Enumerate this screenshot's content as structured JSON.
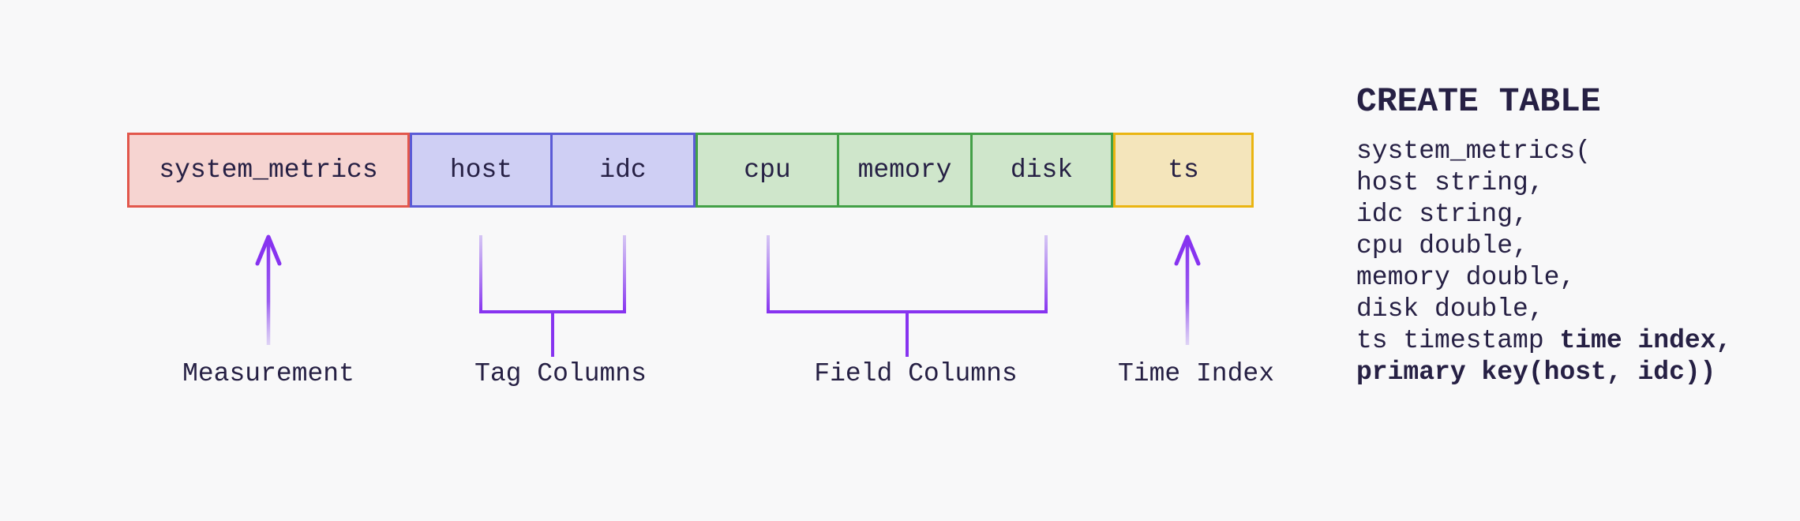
{
  "diagram": {
    "boxes": [
      {
        "label": "system_metrics",
        "group": "measurement"
      },
      {
        "label": "host",
        "group": "tag"
      },
      {
        "label": "idc",
        "group": "tag"
      },
      {
        "label": "cpu",
        "group": "field"
      },
      {
        "label": "memory",
        "group": "field"
      },
      {
        "label": "disk",
        "group": "field"
      },
      {
        "label": "ts",
        "group": "time-index"
      }
    ],
    "annotations": {
      "measurement": "Measurement",
      "tag_columns": "Tag Columns",
      "field_columns": "Field Columns",
      "time_index": "Time Index"
    },
    "colors": {
      "background": "#f8f8f9",
      "ink": "#262044",
      "measurement_fill": "#f6d4d1",
      "measurement_border": "#e2574c",
      "tag_fill": "#cfcff4",
      "tag_border": "#5b5bd6",
      "field_fill": "#cfe6cb",
      "field_border": "#43a047",
      "time_fill": "#f4e5bb",
      "time_border": "#eab512",
      "connector_strong": "#8733f0",
      "connector_light": "#c9b4f2"
    }
  },
  "sql": {
    "title": "CREATE TABLE",
    "lines": [
      {
        "text": "system_metrics("
      },
      {
        "text": "host string,"
      },
      {
        "text": "idc string,"
      },
      {
        "text": "cpu double,"
      },
      {
        "text": "memory double,"
      },
      {
        "text": "disk double,"
      },
      {
        "text": "ts timestamp ",
        "bold": "time index,"
      },
      {
        "bold": "primary key(host, idc))"
      }
    ]
  }
}
